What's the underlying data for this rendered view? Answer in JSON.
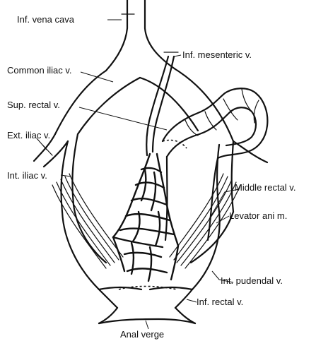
{
  "labels": {
    "inf_vena_cava": "Inf. vena cava",
    "common_iliac": "Common iliac v.",
    "inf_mesenteric": "Inf. mesenteric v.",
    "sup_rectal": "Sup. rectal v.",
    "ext_iliac": "Ext. iliac v.",
    "int_iliac": "Int. iliac v.",
    "middle_rectal": "Middle rectal v.",
    "levator_ani": "Levator ani m.",
    "int_pudendal": "Int. pudendal v.",
    "inf_rectal": "Inf. rectal v.",
    "anal_verge": "Anal verge"
  }
}
